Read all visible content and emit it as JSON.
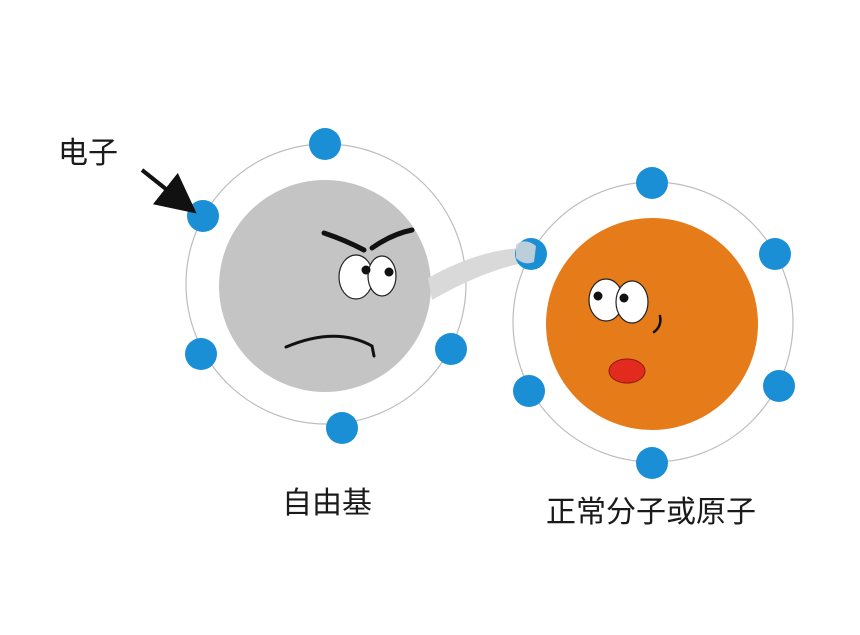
{
  "labels": {
    "electron": "电子",
    "free_radical": "自由基",
    "normal_molecule": "正常分子或原子"
  },
  "colors": {
    "electron": "#1a8fd6",
    "radical_body": "#c4c4c4",
    "molecule_body": "#e67b1a",
    "orbit": "#bdbdbd",
    "mouth_red": "#e32a1f",
    "grab_arm": "#d9d9d9"
  },
  "icons": [
    "arrow-icon"
  ]
}
